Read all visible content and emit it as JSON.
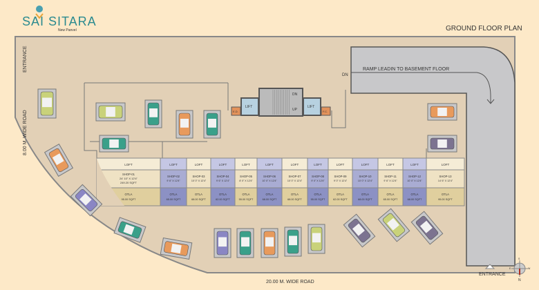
{
  "logo": {
    "name": "SAI SITARA",
    "sub": "New Panvel"
  },
  "title": "GROUND FLOOR PLAN",
  "labels": {
    "entrance_left": "ENTRANCE",
    "entrance_right": "ENTRANCE",
    "road_left": "8.00 M. WIDE ROAD",
    "road_bottom": "20.00 M. WIDE ROAD",
    "ramp": "RAMP LEADIN TO BASEMENT FLOOR",
    "dn": "DN",
    "lift_left": "LIFT",
    "lift_right": "LIFT",
    "stair_dn": "DN",
    "stair_up": "UP",
    "ed": "E.D.",
    "fc": "F.C."
  },
  "loft_label": "LOFT",
  "otla_label": "OTLA",
  "shops": [
    {
      "name": "SHOP-01",
      "size": "24' 10\" X 12'4\"",
      "area": "249.20 SQFT",
      "otla": "95.00 SQFT",
      "tone": "cream"
    },
    {
      "name": "SHOP-02",
      "size": "9' 6\" X 12'4\"",
      "otla": "65.00 SQFT",
      "tone": "blue"
    },
    {
      "name": "SHOP-03",
      "size": "10' 0\" X 12'4\"",
      "otla": "68.00 SQFT",
      "tone": "cream"
    },
    {
      "name": "SHOP-04",
      "size": "9' 6\" X 12'4\"",
      "otla": "62.00 SQFT",
      "tone": "blue"
    },
    {
      "name": "SHOP-05",
      "size": "8' 0\" X 12'4\"",
      "otla": "55.00 SQFT",
      "tone": "cream"
    },
    {
      "name": "SHOP-06",
      "size": "10' 0\" X 12'4\"",
      "otla": "68.00 SQFT",
      "tone": "blue"
    },
    {
      "name": "SHOP-07",
      "size": "10' 0\" X 12'4\"",
      "otla": "68.00 SQFT",
      "tone": "cream"
    },
    {
      "name": "SHOP-08",
      "size": "9' 0\" X 12'4\"",
      "otla": "55.00 SQFT",
      "tone": "blue"
    },
    {
      "name": "SHOP-09",
      "size": "9' 0\" X 12'4\"",
      "otla": "62.00 SQFT",
      "tone": "cream"
    },
    {
      "name": "SHOP-10",
      "size": "10' 0\" X 12'4\"",
      "otla": "68.00 SQFT",
      "tone": "blue"
    },
    {
      "name": "SHOP-11",
      "size": "9' 6\" X 12'4\"",
      "otla": "65.00 SQFT",
      "tone": "cream"
    },
    {
      "name": "SHOP-12",
      "size": "10' 0\" X 12'4\"",
      "otla": "68.00 SQFT",
      "tone": "blue"
    },
    {
      "name": "SHOP-13",
      "size": "14' 6\" X 12'4\"",
      "otla": "95.00 SQFT",
      "tone": "cream"
    }
  ],
  "compass": {
    "n": "N",
    "s": "S",
    "e": "E",
    "w": "W"
  },
  "colors": {
    "background": "#fde9c8",
    "paving": "#e2d0b6",
    "ramp": "#c8c8ca",
    "shop_cream": "#efe2c4",
    "shop_blue": "#a9acd3",
    "otla_cream": "#e0cf9e",
    "otla_blue": "#8c91c4",
    "logo": "#2a8a8f"
  }
}
